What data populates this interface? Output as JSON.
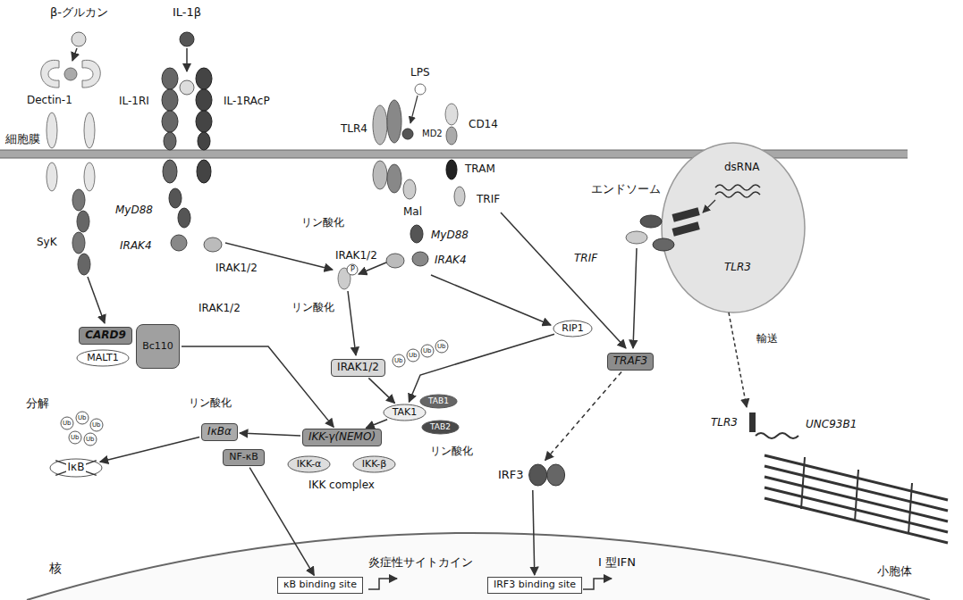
{
  "diagram": {
    "nodes": [
      {
        "text": [
          "CARD9"
        ]
      },
      {
        "text": [
          "MALT1"
        ]
      },
      {
        "text": [
          "Bc110"
        ]
      },
      {
        "text": [
          "IRAK1/2"
        ]
      },
      {
        "text": [
          "TAK1"
        ]
      },
      {
        "text": [
          "TAB1"
        ]
      },
      {
        "text": [
          "TAB2"
        ]
      },
      {
        "text": [
          "RIP1"
        ]
      },
      {
        "text": [
          "TRAF3"
        ]
      },
      {
        "text": [
          "IκBα"
        ]
      },
      {
        "text": [
          "NF-κB"
        ]
      },
      {
        "text": [
          "IKK-γ(NEMO)"
        ]
      },
      {
        "text": [
          "IKK-α"
        ]
      },
      {
        "text": [
          "IKK-β"
        ]
      },
      {
        "text": [
          "IκB"
        ]
      },
      {
        "text": [
          "IRF3"
        ]
      },
      {
        "text": [
          "κB binding site"
        ]
      },
      {
        "text": [
          "IRF3 binding site"
        ]
      }
    ],
    "edges": [
      {
        "from": 2,
        "to": 11,
        "arrow": "to"
      },
      {
        "from": 3,
        "to": 4,
        "arrow": "to"
      },
      {
        "from": 7,
        "to": 4,
        "arrow": "to"
      },
      {
        "from": 4,
        "to": 11,
        "arrow": "to"
      },
      {
        "from": 11,
        "to": 9,
        "arrow": "to"
      },
      {
        "from": 9,
        "to": 14,
        "arrow": "to"
      },
      {
        "from": 10,
        "to": 16,
        "arrow": "to"
      },
      {
        "from": 8,
        "to": 15,
        "arrow": "to"
      },
      {
        "from": 15,
        "to": 17,
        "arrow": "to"
      }
    ],
    "labels": [
      "β-グルカン",
      "IL-1β",
      "Dectin-1",
      "IL-1RI",
      "IL-1RAcP",
      "LPS",
      "TLR4",
      "MD2",
      "CD14",
      "細胞膜",
      "TRAM",
      "エンドソーム",
      "dsRNA",
      "Mal",
      "TRIF",
      "SyK",
      "MyD88",
      "リン酸化",
      "MyD88",
      "IRAK4",
      "IRAK1/2",
      "IRAK4",
      "IRAK1/2",
      "TRIF",
      "TLR3",
      "IRAK1/2",
      "リン酸化",
      "P",
      "Ub",
      "Ub",
      "Ub",
      "Ub",
      "輸送",
      "リン酸化",
      "分解",
      "Ub",
      "Ub",
      "Ub",
      "Ub",
      "Ub",
      "リン酸化",
      "IKK complex",
      "TLR3",
      "UNC93B1",
      "小胞体",
      "核",
      "炎症性サイトカイン",
      "I 型IFN"
    ]
  }
}
